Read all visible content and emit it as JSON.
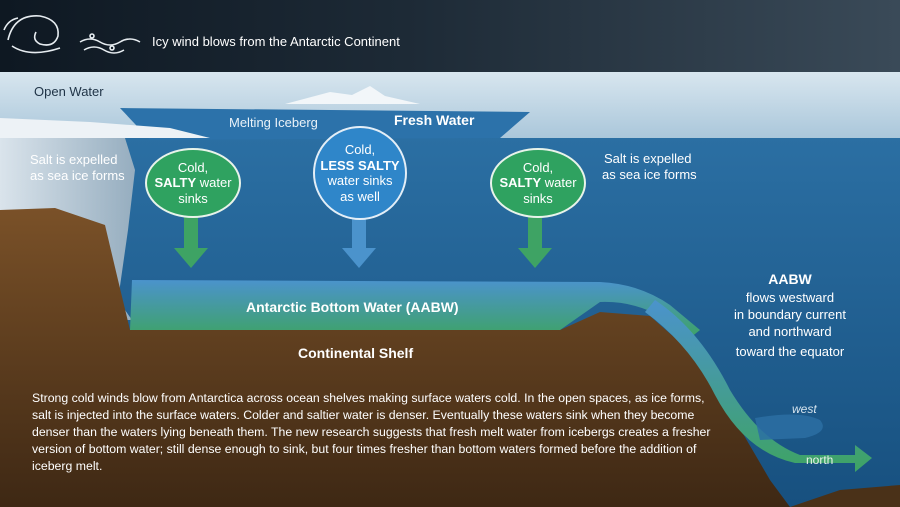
{
  "header": {
    "text": "Icy wind blows from the Antarctic Continent",
    "wind_icon": "wind-swirl-icon"
  },
  "surface": {
    "open_water": "Open Water",
    "melting_iceberg": "Melting Iceberg",
    "fresh_water": "Fresh Water"
  },
  "salt_left": {
    "line1": "Salt is expelled",
    "line2": "as sea ice forms"
  },
  "salt_right": {
    "line1": "Salt is expelled",
    "line2": "as sea ice forms"
  },
  "bubbles": [
    {
      "line1": "Cold,",
      "line2_bold": "SALTY",
      "line2_rest": " water",
      "line3": "sinks",
      "color": "#2fa260"
    },
    {
      "line1": "Cold,",
      "line2_bold": "LESS SALTY",
      "line2_rest": "",
      "line3": "water sinks",
      "line4": "as well",
      "color": "#2f86c9"
    },
    {
      "line1": "Cold,",
      "line2_bold": "SALTY",
      "line2_rest": " water",
      "line3": "sinks",
      "color": "#2fa260"
    }
  ],
  "aabw_band": "Antarctic Bottom Water (AABW)",
  "continental_shelf": "Continental Shelf",
  "aabw_note": {
    "title": "AABW",
    "line1": "flows westward",
    "line2": "in boundary current",
    "line3": "and northward",
    "line4": "toward the equator"
  },
  "directions": {
    "west": "west",
    "north": "north"
  },
  "caption": "Strong cold winds blow from Antarctica across ocean shelves making surface waters cold. In the open spaces, as ice forms, salt is injected into the surface waters. Colder and saltier water is denser. Eventually these waters sink when they become denser than the waters lying beneath them. The new research suggests that fresh melt water from icebergs creates a fresher version of bottom water; still dense enough to sink, but four times fresher than bottom waters formed before the addition of iceberg melt.",
  "colors": {
    "ocean": "#1f5d8e",
    "seabed": "#6b4522",
    "aabw_green": "#3fa565",
    "aabw_blue": "#4a8fc8",
    "sky_dark": "#16222e"
  }
}
